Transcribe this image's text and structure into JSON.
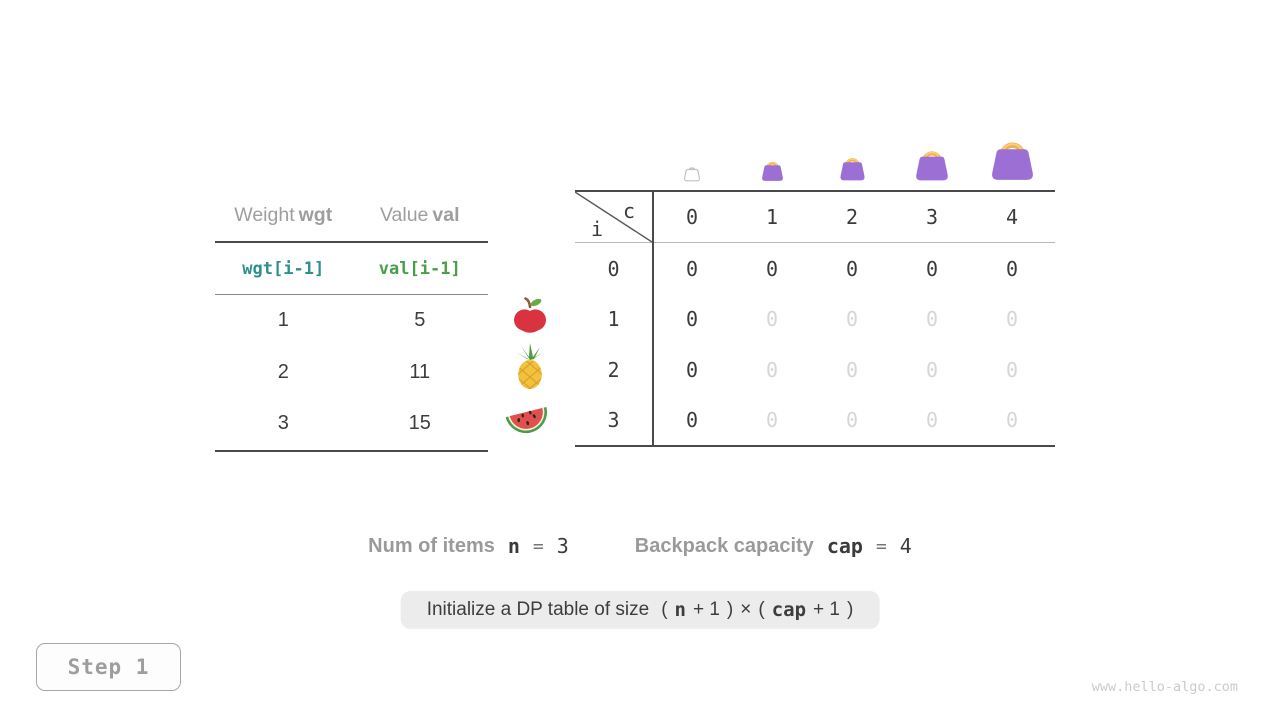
{
  "colors": {
    "accent_purple": "#9b6fd4",
    "accent_orange": "#f2b04d",
    "code_teal": "#2f8f8f",
    "code_green": "#46a049",
    "muted_label": "#9e9e9e",
    "dark_text": "#3b3b3b",
    "faded_value": "#d6d6d6",
    "caption_bg": "#ececec"
  },
  "icons": {
    "dp_columns": [
      "bag-outline-icon",
      "handbag-icon",
      "handbag-icon",
      "handbag-icon",
      "handbag-icon"
    ],
    "items": [
      "apple-icon",
      "pineapple-icon",
      "watermelon-icon"
    ]
  },
  "items_table": {
    "header": [
      {
        "label": "Weight",
        "code": "wgt"
      },
      {
        "label": "Value",
        "code": "val"
      }
    ],
    "code_row": [
      "wgt[i-1]",
      "val[i-1]"
    ],
    "rows": [
      [
        "1",
        "5"
      ],
      [
        "2",
        "11"
      ],
      [
        "3",
        "15"
      ]
    ]
  },
  "dp_table": {
    "corner_col": "c",
    "corner_row": "i",
    "col_headers": [
      "0",
      "1",
      "2",
      "3",
      "4"
    ],
    "row_headers": [
      "0",
      "1",
      "2",
      "3"
    ],
    "rows": [
      {
        "cells": [
          {
            "v": "0",
            "muted": false
          },
          {
            "v": "0",
            "muted": false
          },
          {
            "v": "0",
            "muted": false
          },
          {
            "v": "0",
            "muted": false
          },
          {
            "v": "0",
            "muted": false
          }
        ]
      },
      {
        "cells": [
          {
            "v": "0",
            "muted": false
          },
          {
            "v": "0",
            "muted": true
          },
          {
            "v": "0",
            "muted": true
          },
          {
            "v": "0",
            "muted": true
          },
          {
            "v": "0",
            "muted": true
          }
        ]
      },
      {
        "cells": [
          {
            "v": "0",
            "muted": false
          },
          {
            "v": "0",
            "muted": true
          },
          {
            "v": "0",
            "muted": true
          },
          {
            "v": "0",
            "muted": true
          },
          {
            "v": "0",
            "muted": true
          }
        ]
      },
      {
        "cells": [
          {
            "v": "0",
            "muted": false
          },
          {
            "v": "0",
            "muted": true
          },
          {
            "v": "0",
            "muted": true
          },
          {
            "v": "0",
            "muted": true
          },
          {
            "v": "0",
            "muted": true
          }
        ]
      }
    ]
  },
  "legend": {
    "items": {
      "label": "Num of items",
      "var": "n",
      "eq": "=",
      "value": "3"
    },
    "capacity": {
      "label": "Backpack capacity",
      "var": "cap",
      "eq": "=",
      "value": "4"
    }
  },
  "caption": {
    "prefix": "Initialize a DP table of size",
    "open1": "(",
    "var1": "n",
    "plus1": "+ 1",
    "close1": ")",
    "times": "×",
    "open2": "(",
    "var2": "cap",
    "plus2": "+ 1",
    "close2": ")"
  },
  "step": {
    "label": "Step 1"
  },
  "watermark": "www.hello-algo.com"
}
